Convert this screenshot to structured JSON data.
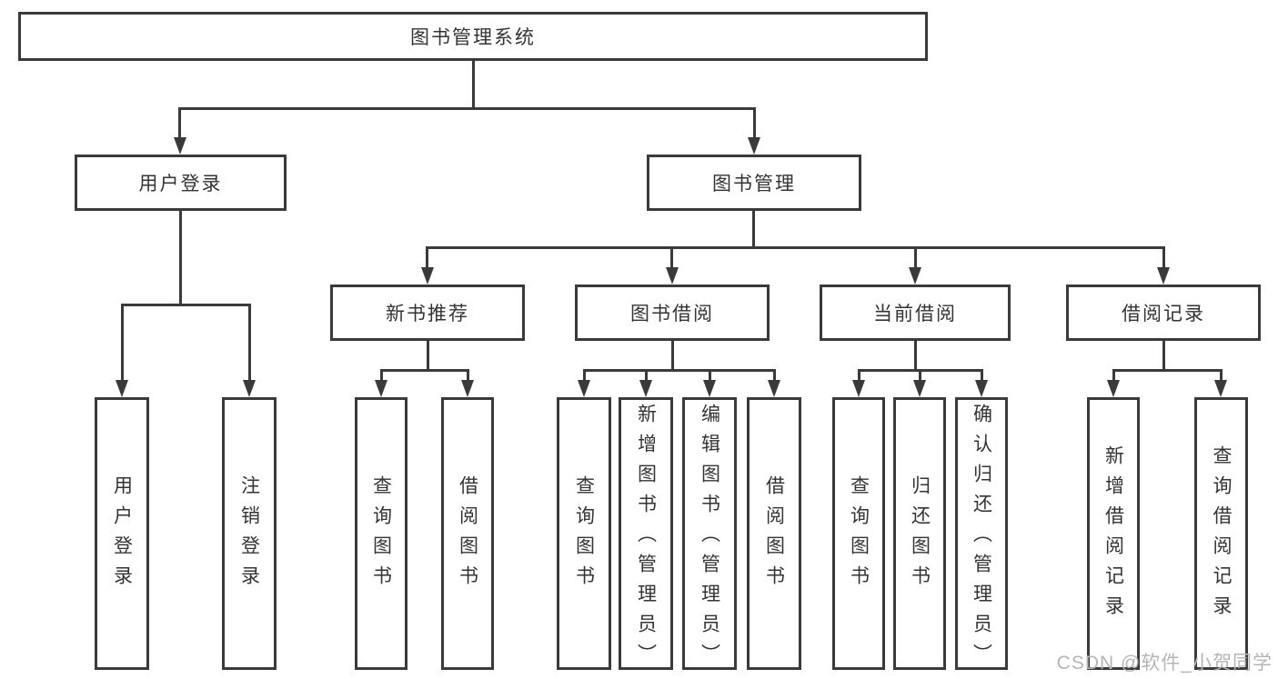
{
  "diagram": {
    "title": "图书管理系统",
    "type": "hierarchy-tree",
    "colors": {
      "line": "#3a3a3a",
      "text": "#333333",
      "box_background": "#ffffff",
      "watermark": "#b5b5b5"
    },
    "tree": {
      "root": "图书管理系统",
      "level2": [
        "用户登录",
        "图书管理"
      ],
      "level3": [
        "新书推荐",
        "图书借阅",
        "当前借阅",
        "借阅记录"
      ],
      "leaves": {
        "user_login": [
          "用户登录",
          "注销登录"
        ],
        "new_book": [
          "查询图书",
          "借阅图书"
        ],
        "book_borrow": [
          "查询图书",
          "新增图书（管理员）",
          "编辑图书（管理员）",
          "借阅图书"
        ],
        "current_borrow": [
          "查询图书",
          "归还图书",
          "确认归还（管理员）"
        ],
        "borrow_record": [
          "新增借阅记录",
          "查询借阅记录"
        ]
      }
    },
    "watermark": "CSDN @软件_小贺同学"
  }
}
